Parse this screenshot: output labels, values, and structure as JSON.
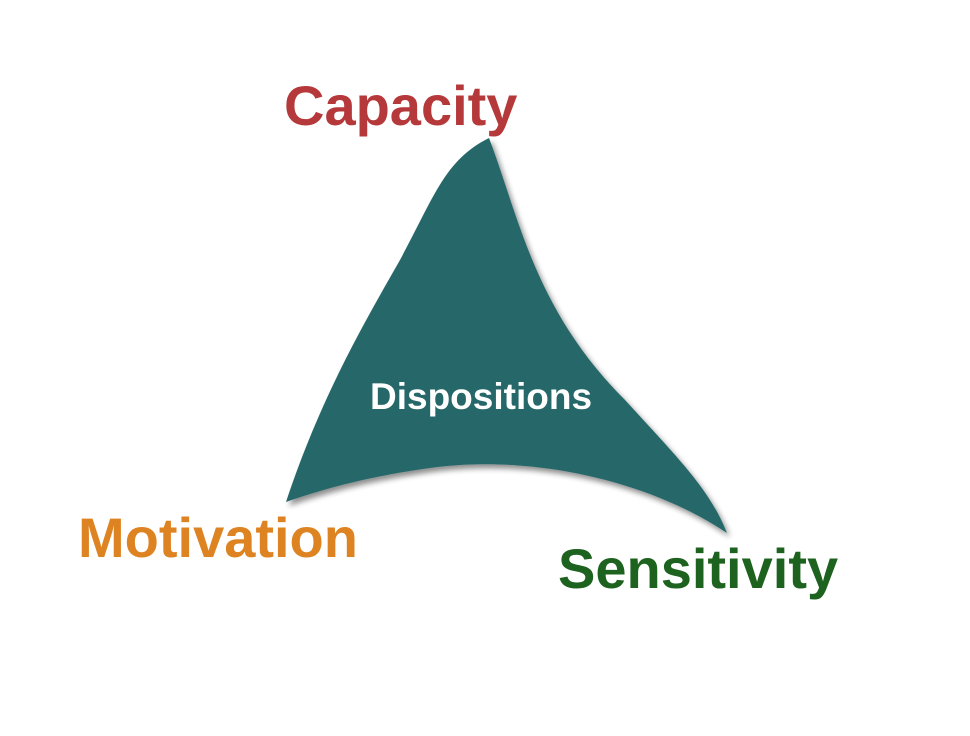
{
  "diagram": {
    "center_label": "Dispositions",
    "vertices": {
      "top": "Capacity",
      "bottom_left": "Motivation",
      "bottom_right": "Sensitivity"
    },
    "colors": {
      "shape_fill": "#26686a",
      "capacity": "#b5393b",
      "motivation": "#de8321",
      "sensitivity": "#1d621e",
      "center_text": "#ffffff"
    }
  }
}
